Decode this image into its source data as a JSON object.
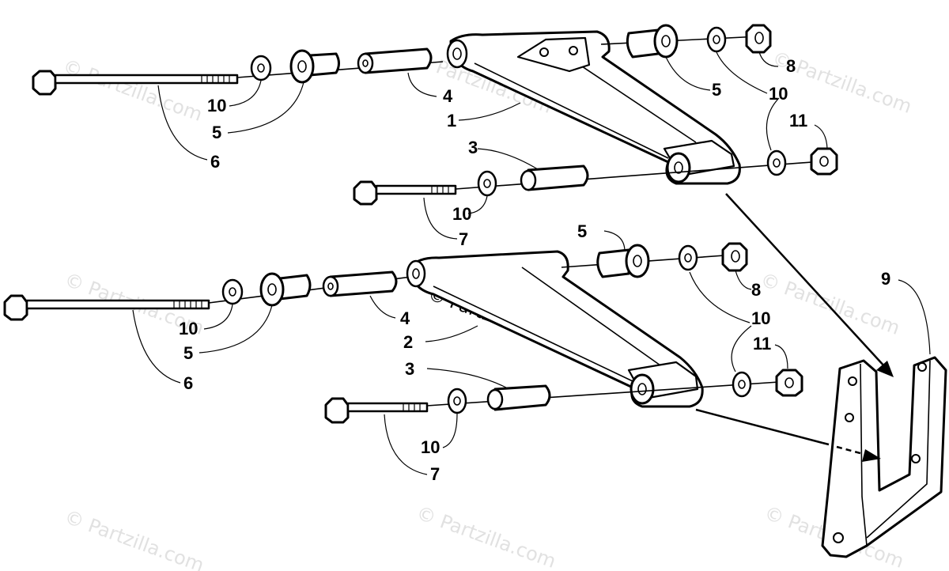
{
  "diagram": {
    "watermark_text": "© Partzilla.com",
    "callouts": {
      "n1": "1",
      "n2": "2",
      "n3a": "3",
      "n3b": "3",
      "n4a": "4",
      "n4b": "4",
      "n5a": "5",
      "n5b": "5",
      "n5c": "5",
      "n5d": "5",
      "n6a": "6",
      "n6b": "6",
      "n7a": "7",
      "n7b": "7",
      "n8a": "8",
      "n8b": "8",
      "n9": "9",
      "n10a": "10",
      "n10b": "10",
      "n10c": "10",
      "n10d": "10",
      "n10e": "10",
      "n10f": "10",
      "n11a": "11",
      "n11b": "11"
    }
  }
}
